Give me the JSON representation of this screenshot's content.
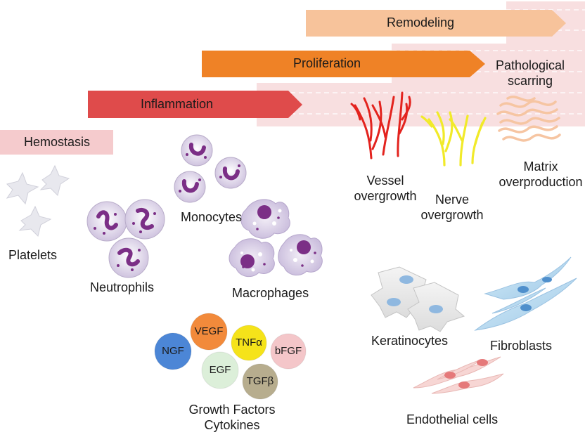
{
  "phases": {
    "hemostasis": "Hemostasis",
    "inflammation": "Inflammation",
    "proliferation": "Proliferation",
    "remodeling": "Remodeling",
    "pathological_scarring": [
      "Pathological",
      "scarring"
    ]
  },
  "cells": {
    "platelets": "Platelets",
    "neutrophils": "Neutrophils",
    "monocytes": "Monocytes",
    "macrophages": "Macrophages",
    "keratinocytes": "Keratinocytes",
    "fibroblasts": "Fibroblasts",
    "endothelial": "Endothelial cells"
  },
  "outcomes": {
    "vessel": [
      "Vessel",
      "overgrowth"
    ],
    "nerve": [
      "Nerve",
      "overgrowth"
    ],
    "matrix": [
      "Matrix",
      "overproduction"
    ]
  },
  "growth_factors": {
    "items": [
      {
        "label": "VEGF",
        "color": "#f28a3b"
      },
      {
        "label": "TNFα",
        "color": "#f5e31a"
      },
      {
        "label": "NGF",
        "color": "#4c86d6"
      },
      {
        "label": "bFGF",
        "color": "#f4c6c9"
      },
      {
        "label": "EGF",
        "color": "#dcefd9"
      },
      {
        "label": "TGFβ",
        "color": "#b7ad8e"
      }
    ],
    "caption": [
      "Growth Factors",
      "Cytokines"
    ]
  },
  "colors": {
    "hemostasis": "#f5cbcd",
    "inflammation": "#df4b4b",
    "proliferation": "#ef8226",
    "remodeling": "#f7c39b",
    "band": "#f8dfe0",
    "vessel": "#e3231e",
    "nerve": "#f1ea29",
    "matrix": "#f6c5a2",
    "leukocyte": "#7b2f86"
  }
}
